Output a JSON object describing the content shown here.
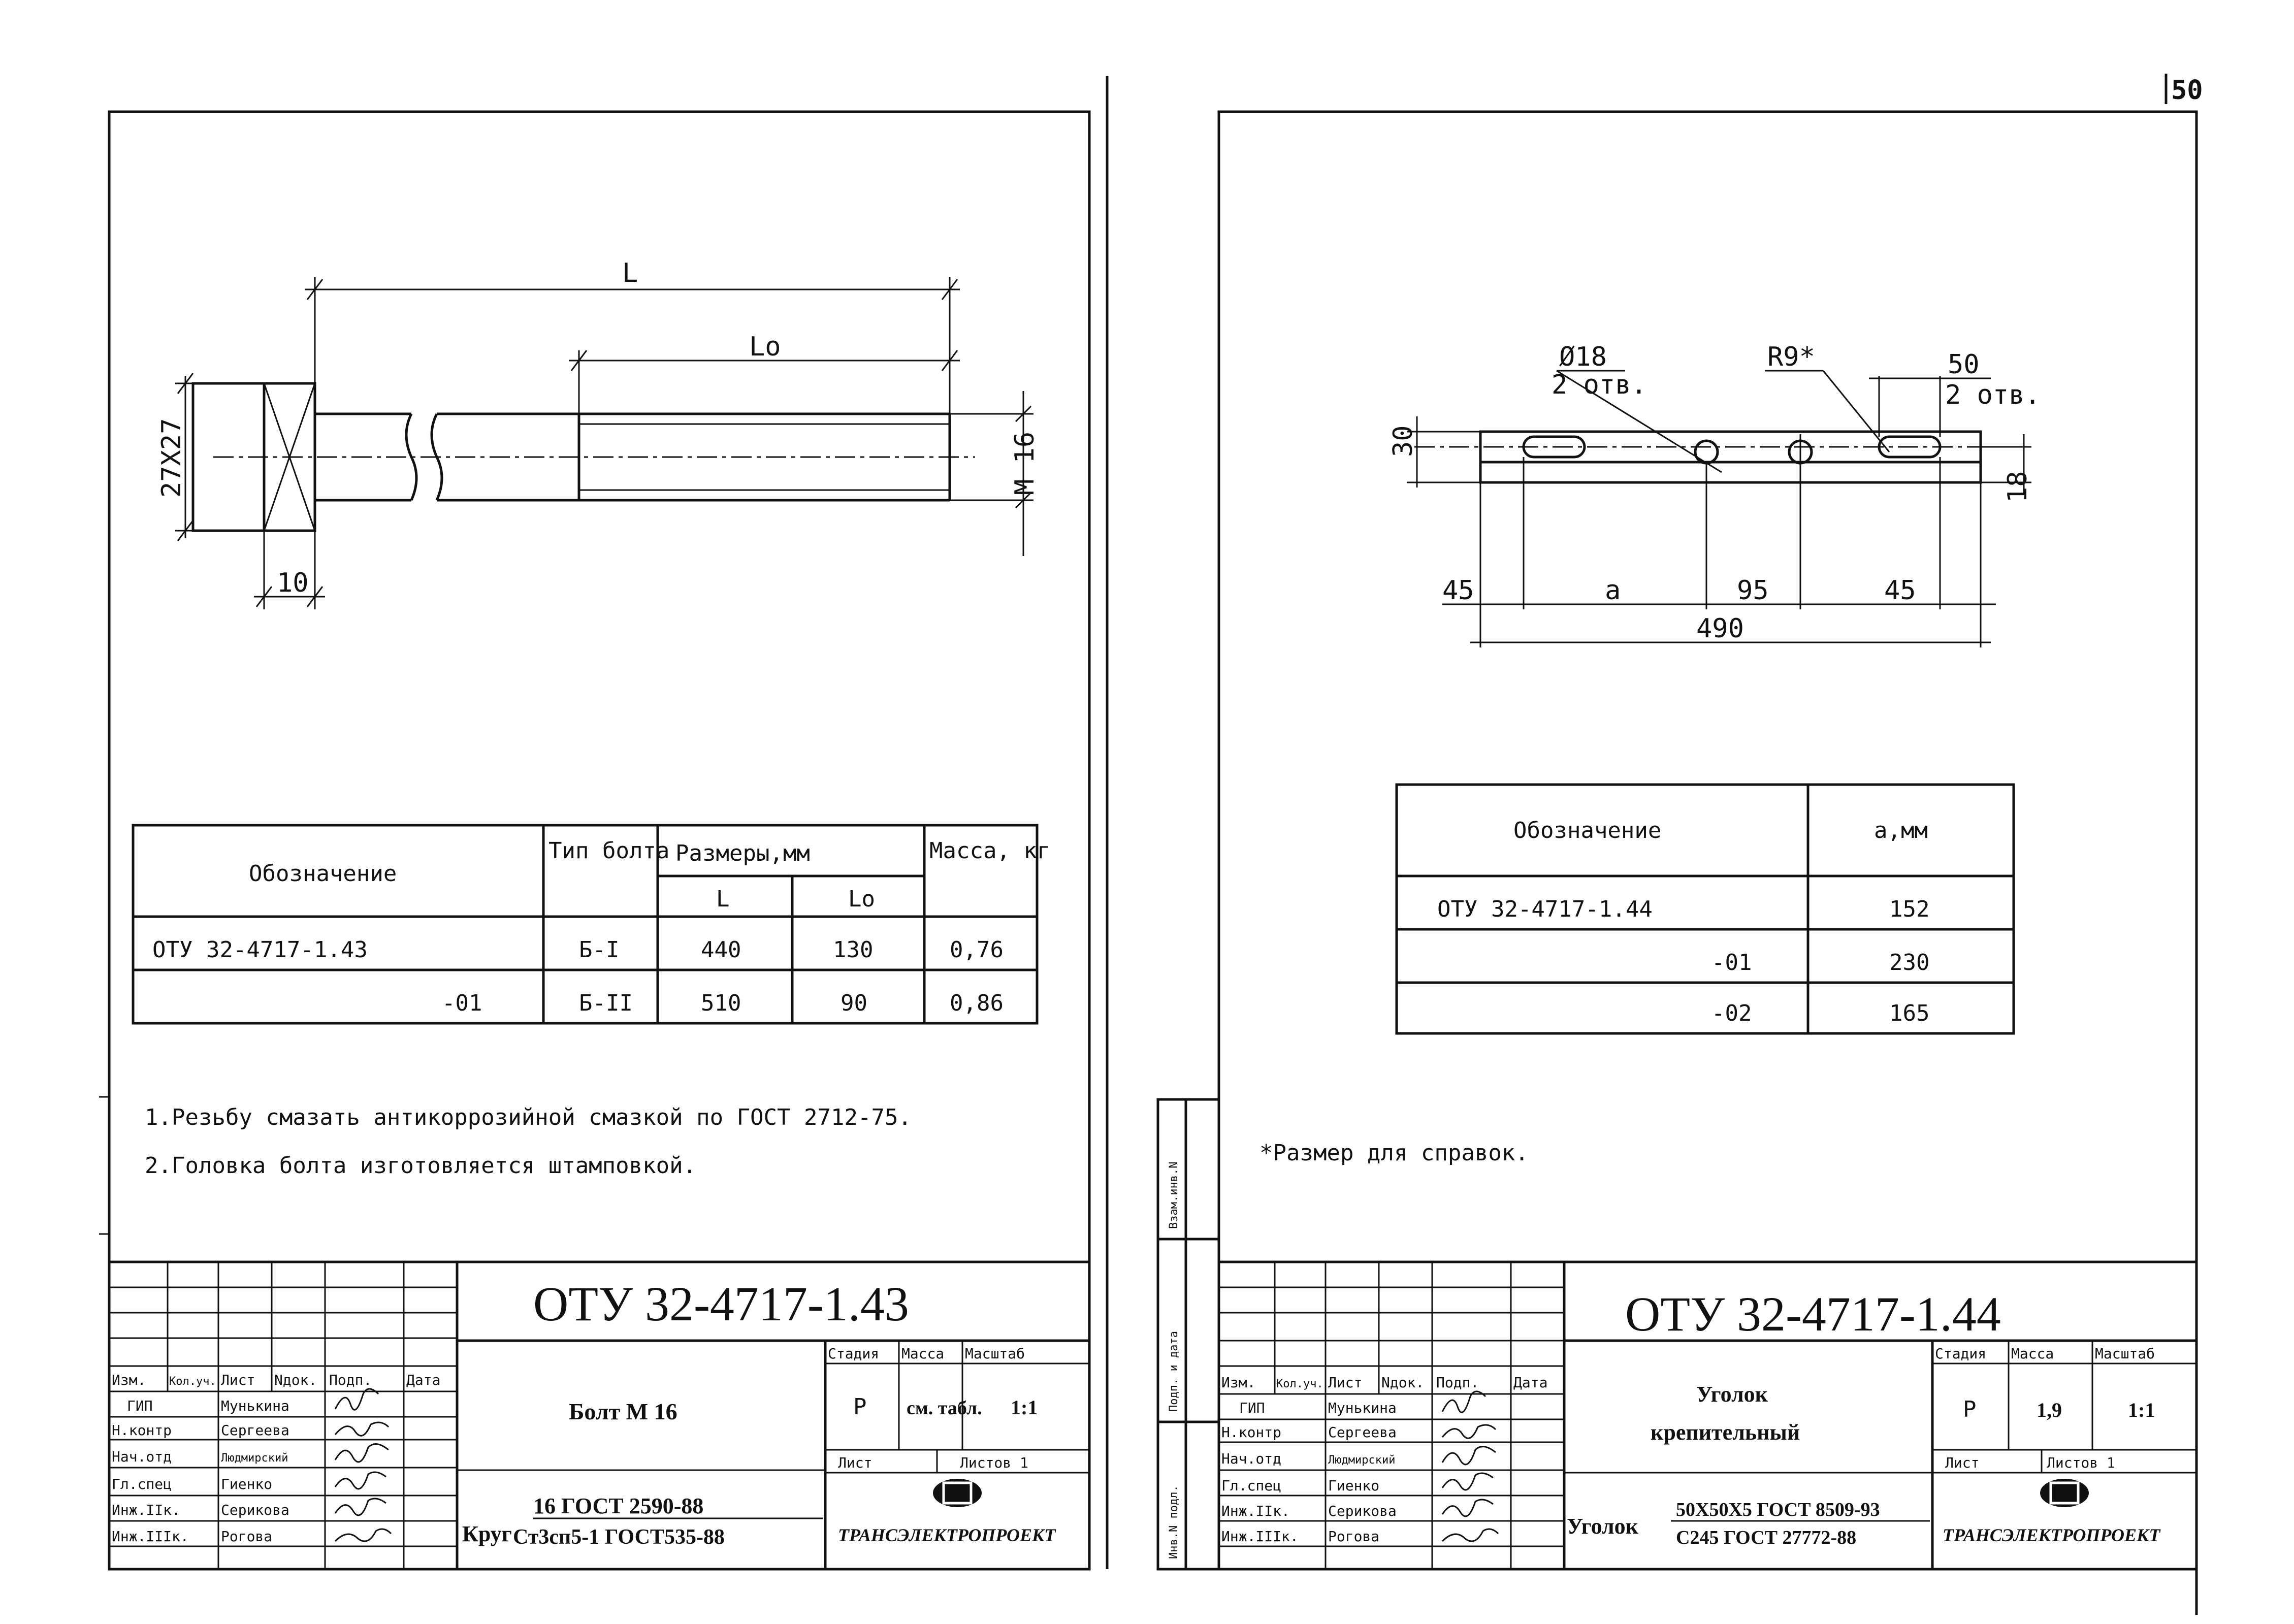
{
  "page_number": "50",
  "left": {
    "drawing": {
      "L": "L",
      "Lo": "Lo",
      "head": "27X27",
      "head_len": "10",
      "thread": "M 16"
    },
    "table": {
      "headers": {
        "designation": "Обозначение",
        "type": "Тип болта",
        "dims": "Размеры,мм",
        "L": "L",
        "Lo": "Lo",
        "mass": "Масса, кг"
      },
      "rows": [
        {
          "designation": "ОТУ 32-4717-1.43",
          "type": "Б-I",
          "L": "440",
          "Lo": "130",
          "mass": "0,76"
        },
        {
          "designation": "-01",
          "type": "Б-II",
          "L": "510",
          "Lo": "90",
          "mass": "0,86"
        }
      ]
    },
    "notes": [
      "1.Резьбу смазать антикоррозийной смазкой по ГОСТ 2712-75.",
      "2.Головка болта изготовляется штамповкой."
    ],
    "stamp": {
      "code": "ОТУ 32-4717-1.43",
      "name": "Болт М 16",
      "material_top": "16  ГОСТ 2590-88",
      "material_prefix": "Круг",
      "material_bottom": "Ст3сп5-1  ГОСТ535-88",
      "stage": "Р",
      "mass": "см. табл.",
      "scale": "1:1",
      "sheet": "Лист",
      "sheets": "Листов 1"
    }
  },
  "right": {
    "drawing": {
      "hole": "Ø18",
      "hole_count": "2 отв.",
      "radius": "R9*",
      "slot": "50",
      "slot_count": "2 отв.",
      "h30": "30",
      "h18": "18",
      "d45a": "45",
      "da": "a",
      "d95": "95",
      "d45b": "45",
      "d490": "490"
    },
    "table": {
      "headers": {
        "designation": "Обозначение",
        "a": "a,мм"
      },
      "rows": [
        {
          "designation": "ОТУ 32-4717-1.44",
          "a": "152"
        },
        {
          "designation": "-01",
          "a": "230"
        },
        {
          "designation": "-02",
          "a": "165"
        }
      ]
    },
    "note": "*Размер для справок.",
    "stamp": {
      "code": "ОТУ 32-4717-1.44",
      "name1": "Уголок",
      "name2": "крепительный",
      "material_prefix": "Уголок",
      "material_top": "50Х50Х5  ГОСТ 8509-93",
      "material_bottom": "С245  ГОСТ 27772-88",
      "stage": "Р",
      "mass": "1,9",
      "scale": "1:1",
      "sheet": "Лист",
      "sheets": "Листов 1"
    },
    "side_labels": [
      "Взам.инв.N",
      "Подп. и дата",
      "Инв.N подл."
    ]
  },
  "stamp_common": {
    "headers": {
      "izm": "Изм.",
      "kol": "Кол.уч.",
      "list": "Лист",
      "ndok": "Nдок.",
      "podp": "Подп.",
      "data": "Дата",
      "stage": "Стадия",
      "mass": "Масса",
      "scale": "Масштаб"
    },
    "roles": [
      "ГИП",
      "Н.контр",
      "Нач.отд",
      "Гл.спец",
      "Инж.IIк.",
      "Инж.IIIк."
    ],
    "names": [
      "Мунькина",
      "Сергеева",
      "Людмирский",
      "Гиенко",
      "Серикова",
      "Рогова"
    ],
    "org": "ТРАНСЭЛЕКТРОПРОЕКТ"
  }
}
